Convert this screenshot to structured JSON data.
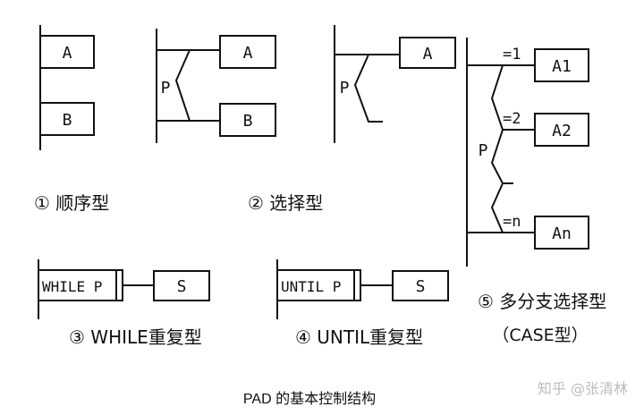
{
  "colors": {
    "ink": "#111111",
    "paper": "#ffffff",
    "watermark": "#bdbdbd"
  },
  "sequence": {
    "box1": "A",
    "box2": "B",
    "caption": "① 顺序型"
  },
  "selection": {
    "cond": "P",
    "box1": "A",
    "box2": "B",
    "caption": "② 选择型"
  },
  "single": {
    "cond": "P",
    "box": "A"
  },
  "multi": {
    "cond": "P",
    "branches": [
      {
        "value": "=1",
        "box": "A1"
      },
      {
        "value": "=2",
        "box": "A2"
      },
      {
        "value": "=n",
        "box": "An"
      }
    ],
    "caption": "⑤ 多分支选择型",
    "subcaption": "（CASE型）"
  },
  "while_loop": {
    "cond": "WHILE P",
    "body": "S",
    "caption": "③ WHILE重复型"
  },
  "until_loop": {
    "cond": "UNTIL P",
    "body": "S",
    "caption": "④ UNTIL重复型"
  },
  "figure_caption": "PAD 的基本控制结构",
  "watermark": "知乎 @张清林"
}
